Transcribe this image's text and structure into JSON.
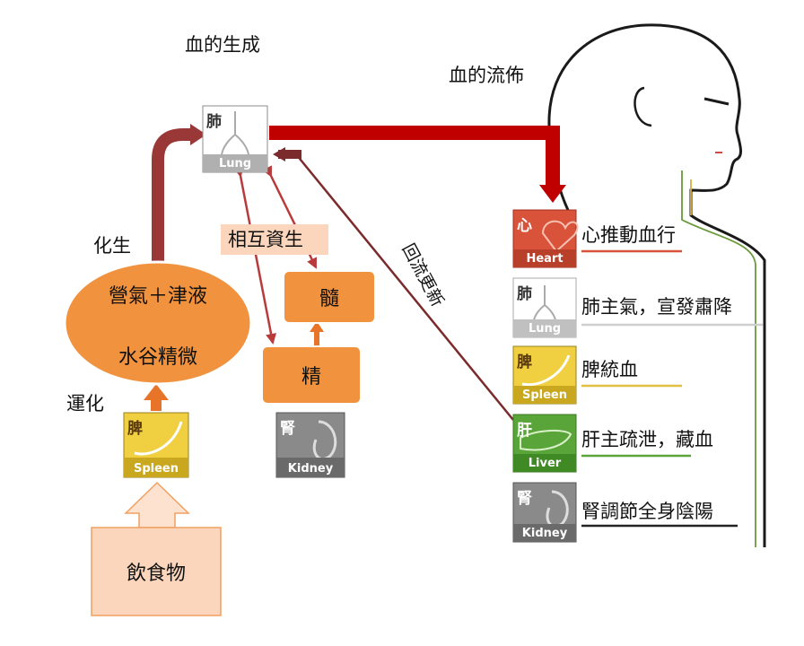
{
  "titles": {
    "blood_formation": "血的生成",
    "blood_distribution": "血的流佈"
  },
  "labels": {
    "transformation": "化生",
    "transport": "運化",
    "mutual_generation": "相互資生",
    "return_renewal": "回流更新"
  },
  "boxes": {
    "ying_jinye": "營氣＋津液",
    "shuigu": "水谷精微",
    "marrow": "髓",
    "essence": "精",
    "food": "飲食物"
  },
  "organs": {
    "lung": {
      "zh": "肺",
      "en": "Lung"
    },
    "spleen": {
      "zh": "脾",
      "en": "Spleen"
    },
    "kidney": {
      "zh": "腎",
      "en": "Kidney"
    },
    "heart": {
      "zh": "心",
      "en": "Heart"
    },
    "liver": {
      "zh": "肝",
      "en": "Liver"
    }
  },
  "functions": {
    "heart": "心推動血行",
    "lung": "肺主氣，宣發肅降",
    "spleen": "脾統血",
    "liver": "肝主疏泄，藏血",
    "kidney": "腎調節全身陰陽"
  },
  "colors": {
    "main_arrow": "#c00000",
    "dark_arrow": "#7b2b2b",
    "orange": "#f0923e",
    "heart_tile": "#d9533a",
    "spleen_tile": "#f0d040",
    "liver_tile": "#5aa53a",
    "kidney_tile": "#8a8a8a",
    "lung_tile": "#ffffff"
  }
}
